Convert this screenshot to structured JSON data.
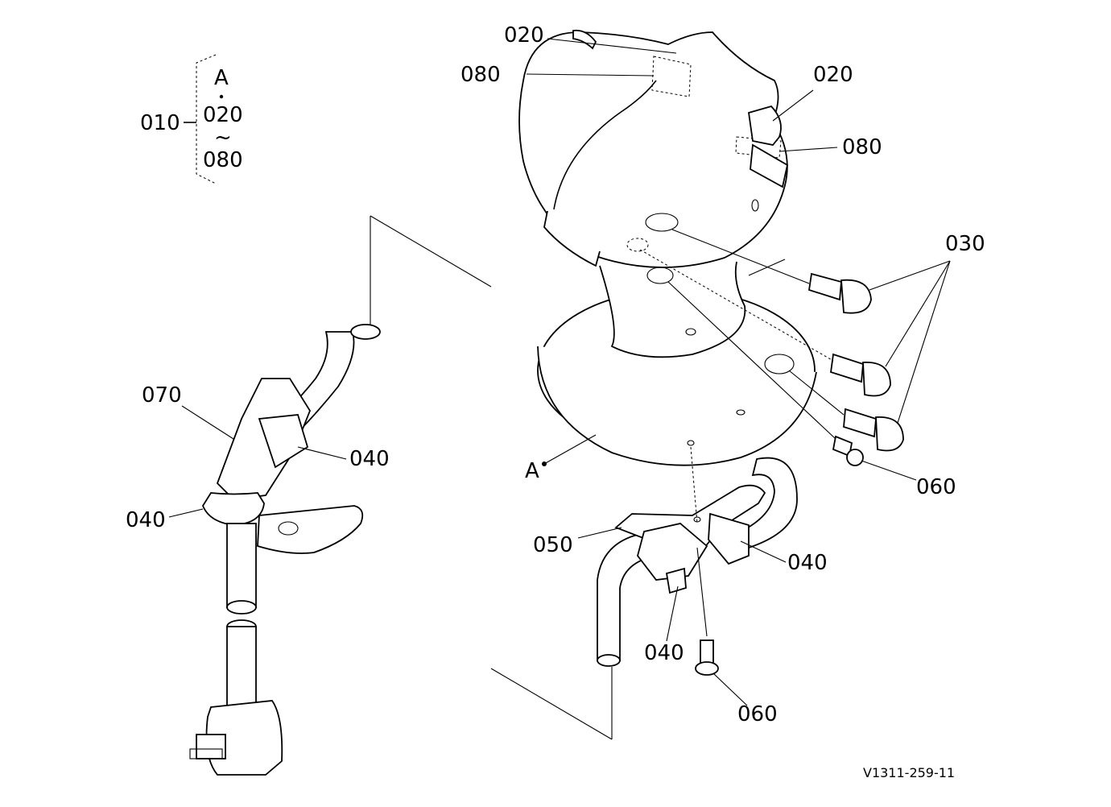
{
  "legend": {
    "ref_a": "A",
    "ref_from": "020",
    "ref_to": "080",
    "assembly": "010"
  },
  "labels": {
    "p020_top": "020",
    "p080_top": "080",
    "p020_right": "020",
    "p080_right": "080",
    "p030": "030",
    "p070": "070",
    "p040_upper": "040",
    "p040_left": "040",
    "p060_mid": "060",
    "point_a": "A",
    "p050": "050",
    "p040_right": "040",
    "p040_bottom": "040",
    "p060_bottom": "060"
  },
  "footer": {
    "drawing_number": "V1311-259-11"
  }
}
